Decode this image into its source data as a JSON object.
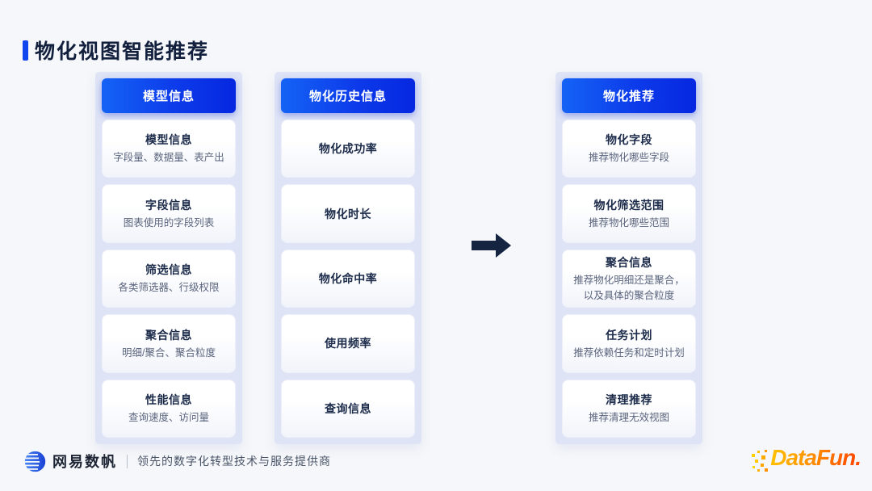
{
  "page": {
    "title": "物化视图智能推荐"
  },
  "columns": [
    {
      "header": "模型信息",
      "items": [
        {
          "title": "模型信息",
          "subtitle": "字段量、数据量、表产出"
        },
        {
          "title": "字段信息",
          "subtitle": "图表使用的字段列表"
        },
        {
          "title": "筛选信息",
          "subtitle": "各类筛选器、行级权限"
        },
        {
          "title": "聚合信息",
          "subtitle": "明细/聚合、聚合粒度"
        },
        {
          "title": "性能信息",
          "subtitle": "查询速度、访问量"
        }
      ]
    },
    {
      "header": "物化历史信息",
      "items": [
        {
          "title": "物化成功率"
        },
        {
          "title": "物化时长"
        },
        {
          "title": "物化命中率"
        },
        {
          "title": "使用频率"
        },
        {
          "title": "查询信息"
        }
      ]
    },
    {
      "header": "物化推荐",
      "items": [
        {
          "title": "物化字段",
          "subtitle": "推荐物化哪些字段"
        },
        {
          "title": "物化筛选范围",
          "subtitle": "推荐物化哪些范围"
        },
        {
          "title": "聚合信息",
          "subtitle": "推荐物化明细还是聚合，以及具体的聚合粒度"
        },
        {
          "title": "任务计划",
          "subtitle": "推荐依赖任务和定时计划"
        },
        {
          "title": "清理推荐",
          "subtitle": "推荐清理无效视图"
        }
      ]
    }
  ],
  "footer": {
    "brand": "网易数帆",
    "tagline": "领先的数字化转型技术与服务提供商",
    "datafun": "DataFun."
  },
  "colors": {
    "page_bg": "#f5f7fa",
    "accent_blue": "#1146ee",
    "header_gradient_start": "#1463f5",
    "header_gradient_end": "#0527e0",
    "panel_bg": "#dee3f6",
    "title_text": "#121f3d",
    "card_title": "#1c2b4a",
    "card_subtitle": "#5b657d",
    "arrow": "#152441",
    "datafun_orange": "#ff9000"
  },
  "icons": {
    "arrow": "right-block-arrow",
    "brand_logo": "netease-shufan-globe",
    "datafun_pixels": "pixel-cluster"
  }
}
